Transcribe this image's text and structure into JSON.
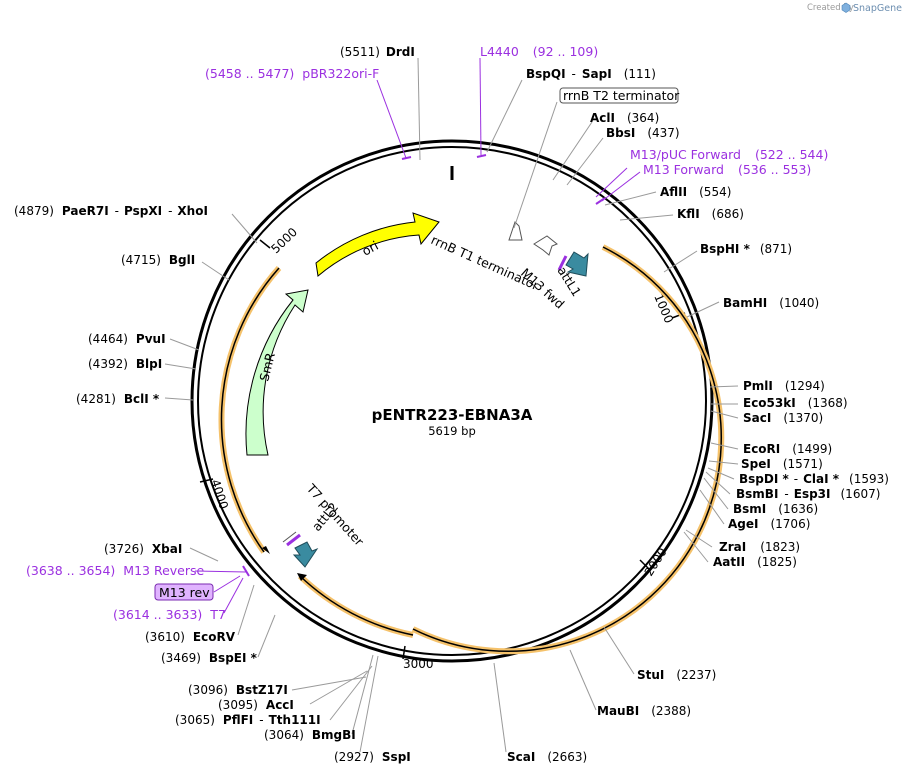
{
  "created_by": "Created by",
  "brand": "SnapGene",
  "plasmid": {
    "name": "pENTR223-EBNA3A",
    "size_text": "5619 bp",
    "length": 5619
  },
  "ticks": [
    "1000",
    "2000",
    "3000",
    "4000",
    "5000"
  ],
  "enzymes": [
    {
      "id": "drdi",
      "name": "DrdI",
      "pos": "(5511)"
    },
    {
      "id": "bspqi-sapi",
      "name": "BspQI",
      "name2": "SapI",
      "pos": "(111)"
    },
    {
      "id": "acli",
      "name": "AclI",
      "pos": "(364)"
    },
    {
      "id": "bbsi",
      "name": "BbsI",
      "pos": "(437)"
    },
    {
      "id": "aflii",
      "name": "AflII",
      "pos": "(554)"
    },
    {
      "id": "kfli",
      "name": "KflI",
      "pos": "(686)"
    },
    {
      "id": "bsphi",
      "name": "BspHI *",
      "pos": "(871)"
    },
    {
      "id": "bamhi",
      "name": "BamHI",
      "pos": "(1040)"
    },
    {
      "id": "pmli",
      "name": "PmlI",
      "pos": "(1294)"
    },
    {
      "id": "eco53ki",
      "name": "Eco53kI",
      "pos": "(1368)"
    },
    {
      "id": "saci",
      "name": "SacI",
      "pos": "(1370)"
    },
    {
      "id": "ecori",
      "name": "EcoRI",
      "pos": "(1499)"
    },
    {
      "id": "spei",
      "name": "SpeI",
      "pos": "(1571)"
    },
    {
      "id": "bspdi-clai",
      "name": "BspDI *",
      "name2": "ClaI *",
      "pos": "(1593)"
    },
    {
      "id": "bsmbi-esp3i",
      "name": "BsmBI",
      "name2": "Esp3I",
      "pos": "(1607)"
    },
    {
      "id": "bsmi",
      "name": "BsmI",
      "pos": "(1636)"
    },
    {
      "id": "agei",
      "name": "AgeI",
      "pos": "(1706)"
    },
    {
      "id": "zrai",
      "name": "ZraI",
      "pos": "(1823)"
    },
    {
      "id": "aatii",
      "name": "AatII",
      "pos": "(1825)"
    },
    {
      "id": "stui",
      "name": "StuI",
      "pos": "(2237)"
    },
    {
      "id": "maubi",
      "name": "MauBI",
      "pos": "(2388)"
    },
    {
      "id": "scai",
      "name": "ScaI",
      "pos": "(2663)"
    },
    {
      "id": "sspi",
      "name": "SspI",
      "pos": "(2927)"
    },
    {
      "id": "bmgbi",
      "name": "BmgBI",
      "pos": "(3064)"
    },
    {
      "id": "pflfi-tth111i",
      "name": "PflFI",
      "name2": "Tth111I",
      "pos": "(3065)"
    },
    {
      "id": "acci",
      "name": "AccI",
      "pos": "(3095)"
    },
    {
      "id": "bstz17i",
      "name": "BstZ17I",
      "pos": "(3096)"
    },
    {
      "id": "bspei",
      "name": "BspEI *",
      "pos": "(3469)"
    },
    {
      "id": "ecorv",
      "name": "EcoRV",
      "pos": "(3610)"
    },
    {
      "id": "xbai",
      "name": "XbaI",
      "pos": "(3726)"
    },
    {
      "id": "bcli",
      "name": "BclI *",
      "pos": "(4281)"
    },
    {
      "id": "blpi",
      "name": "BlpI",
      "pos": "(4392)"
    },
    {
      "id": "pvui",
      "name": "PvuI",
      "pos": "(4464)"
    },
    {
      "id": "bgli",
      "name": "BglI",
      "pos": "(4715)"
    },
    {
      "id": "paer7i-pspxi-xhoi",
      "name": "PaeR7I",
      "name2": "PspXI",
      "name3": "XhoI",
      "pos": "(4879)"
    }
  ],
  "primers": [
    {
      "id": "l4440",
      "name": "L4440",
      "range": "(92 .. 109)"
    },
    {
      "id": "pbr322ori-f",
      "name": "pBR322ori-F",
      "range": "(5458 .. 5477)"
    },
    {
      "id": "m13-puc-forward",
      "name": "M13/pUC Forward",
      "range": "(522 .. 544)"
    },
    {
      "id": "m13-forward",
      "name": "M13 Forward",
      "range": "(536 .. 553)"
    },
    {
      "id": "m13-reverse",
      "name": "M13 Reverse",
      "range": "(3638 .. 3654)"
    },
    {
      "id": "m13-rev",
      "name": "M13 rev"
    },
    {
      "id": "t7",
      "name": "T7",
      "range": "(3614 .. 3633)"
    }
  ],
  "features": {
    "ori": "ori",
    "smr": "SmR",
    "rrnb_t1": "rrnB T1 terminator",
    "rrnb_t2": "rrnB T2 terminator",
    "attl1": "attL1",
    "m13_fwd": "M13 fwd",
    "t7_promoter": "T7 promoter",
    "attl2": "attL2"
  },
  "colors": {
    "ori": "#ffff00",
    "smr": "#ccffcc",
    "att": "#3a8ba0",
    "primer": "#9b30e0",
    "highlight": "#f5c26b",
    "m13rev_fill": "#e0b3ff"
  }
}
